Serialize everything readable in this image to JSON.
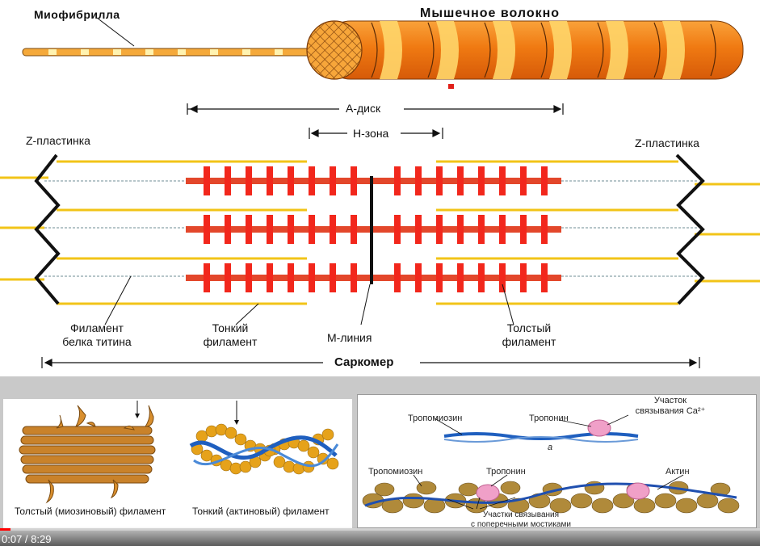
{
  "top": {
    "myofibril_label": "Миофибрилла",
    "fiber_label": "Мышечное волокно"
  },
  "sarcomere": {
    "a_disk": "А-диск",
    "h_zone": "Н-зона",
    "z_left": "Z-пластинка",
    "z_right": "Z-пластинка",
    "titin_line1": "Филамент",
    "titin_line2": "белка титина",
    "thin_line1": "Тонкий",
    "thin_line2": "филамент",
    "m_line": "М-линия",
    "thick_line1": "Толстый",
    "thick_line2": "филамент",
    "sarcomere": "Саркомер"
  },
  "bottom_left": {
    "thick_caption": "Толстый (миозиновый) филамент",
    "thin_caption": "Тонкий (актиновый) филамент"
  },
  "bottom_right": {
    "tropomyosin_a": "Тропомиозин",
    "troponin_a": "Тропонин",
    "ca_site_line1": "Участок",
    "ca_site_line2": "связывания Ca²⁺",
    "panel_a": "а",
    "tropomyosin_b": "Тропомиозин",
    "troponin_b": "Тропонин",
    "actin": "Актин",
    "binding_line1": "Участки связывания",
    "binding_line2": "с поперечными мостиками"
  },
  "video": {
    "time": "0:07 / 8:29",
    "progress": 0.014
  },
  "colors": {
    "thick_filament": "#e3472b",
    "myosin_head": "#f2271c",
    "thin_filament": "#f2c418",
    "z_disk": "#111111",
    "titin": "#9fb4b8",
    "fiber_orange": "#f28a1a",
    "fiber_yellow": "#ffd66a",
    "tropomyosin": "#1f5fbf",
    "troponin": "#f0a0c8",
    "actin_bead": "#b08a3a"
  }
}
